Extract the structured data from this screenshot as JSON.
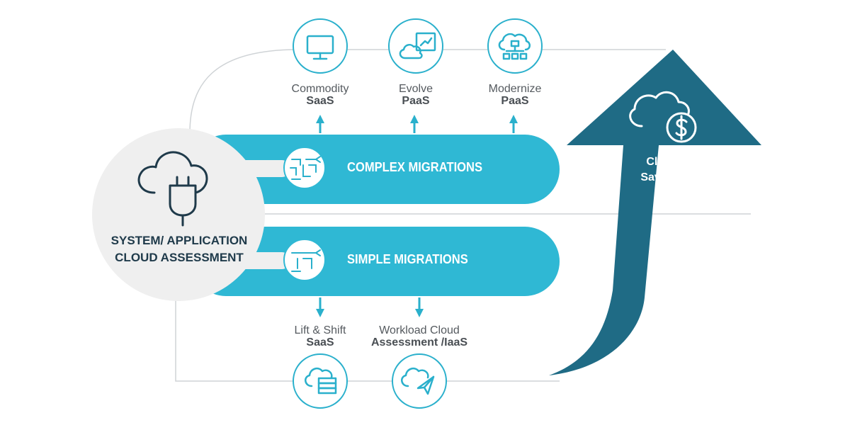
{
  "hub": {
    "line1": "SYSTEM/ APPLICATION",
    "line2": "CLOUD ASSESSMENT"
  },
  "bands": {
    "complex": "COMPLEX MIGRATIONS",
    "simple": "SIMPLE MIGRATIONS"
  },
  "top_options": [
    {
      "line1": "Commodity",
      "line2": "SaaS",
      "icon": "monitor-icon"
    },
    {
      "line1": "Evolve",
      "line2": "PaaS",
      "icon": "cloud-chart-icon"
    },
    {
      "line1": "Modernize",
      "line2": "PaaS",
      "icon": "cloud-network-icon"
    }
  ],
  "bottom_options": [
    {
      "line1": "Lift & Shift",
      "line2": "SaaS",
      "icon": "cloud-server-icon"
    },
    {
      "line1": "Workload Cloud",
      "line2": "Assessment /IaaS",
      "icon": "cloud-send-icon"
    }
  ],
  "savings": {
    "line1": "Cloud",
    "line2": "Savings",
    "icon": "cloud-dollar-icon"
  },
  "colors": {
    "band": "#2fb8d4",
    "arrow": "#1f6b85",
    "hub": "#efefef",
    "accent": "#2ab0cc",
    "connector": "#cfd3d6"
  }
}
